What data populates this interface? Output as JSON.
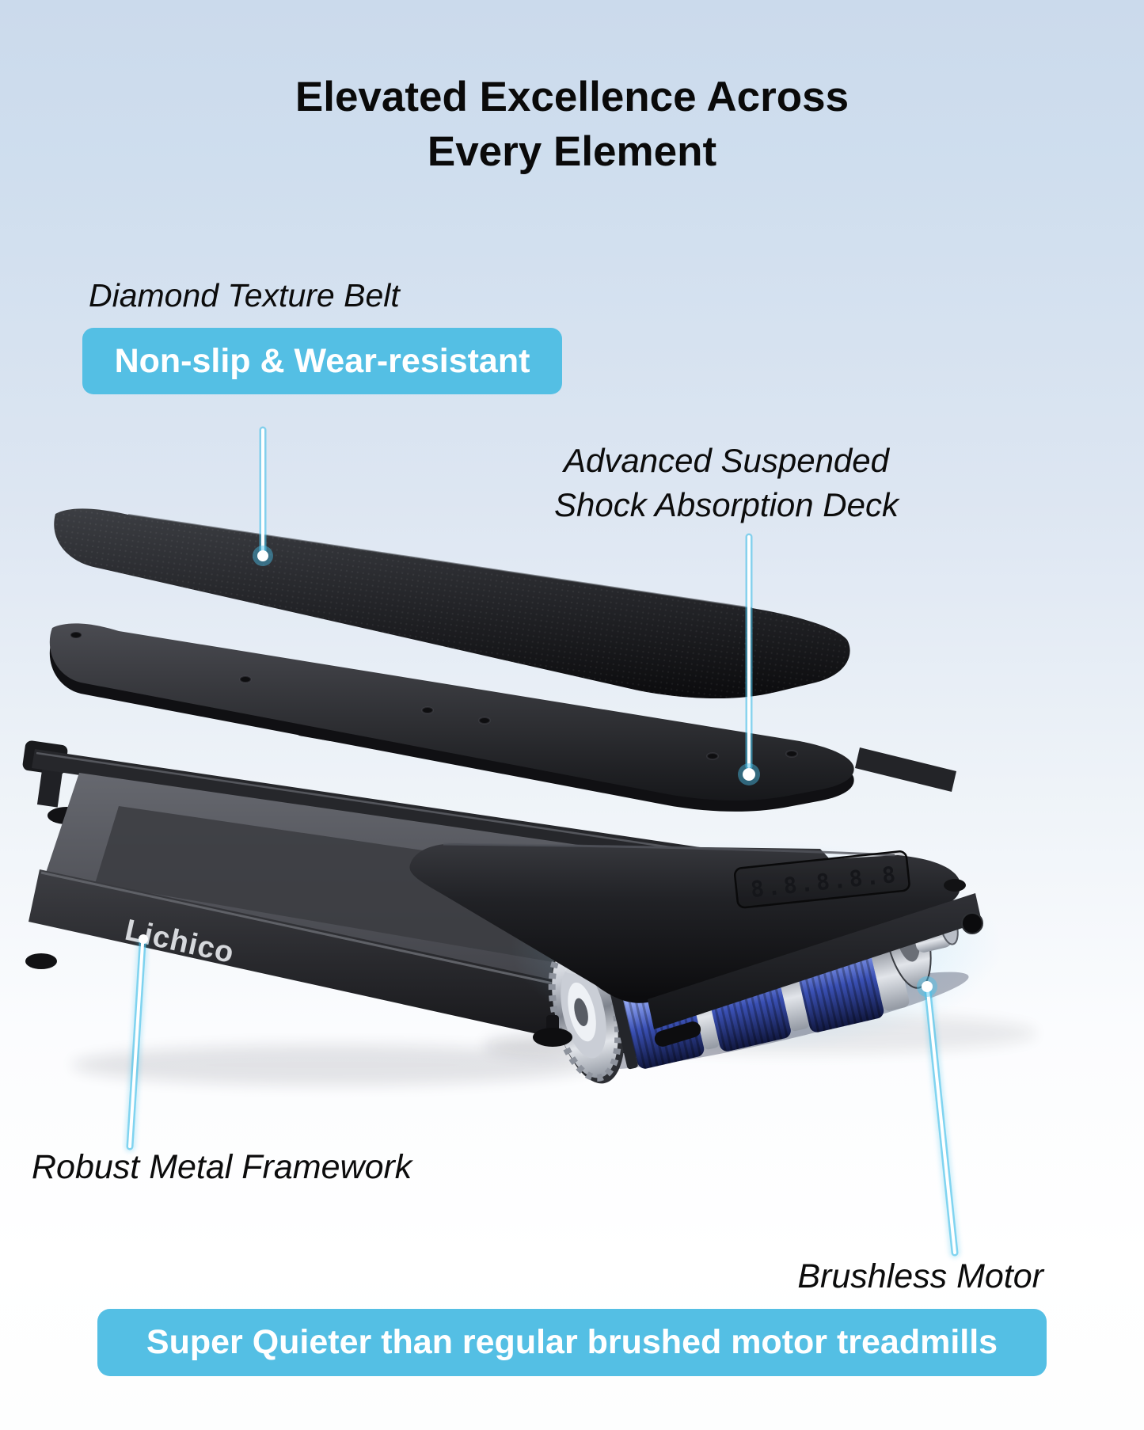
{
  "header": {
    "title_line1": "Elevated Excellence Across",
    "title_line2": "Every Element"
  },
  "callouts": {
    "belt": {
      "label": "Diamond Texture Belt",
      "badge": "Non-slip & Wear-resistant"
    },
    "deck": {
      "label_line1": "Advanced Suspended",
      "label_line2": "Shock Absorption Deck"
    },
    "frame": {
      "label": "Robust Metal Framework"
    },
    "motor": {
      "label": "Brushless Motor"
    }
  },
  "banner": {
    "text": "Super Quieter than regular brushed motor treadmills"
  },
  "product": {
    "brand": "Lichico",
    "display_value": "8.8.8.8.8"
  },
  "colors": {
    "accent": "#54bfe4",
    "callout_glow": "#4ac2ea",
    "background_top": "#cbdaec"
  }
}
